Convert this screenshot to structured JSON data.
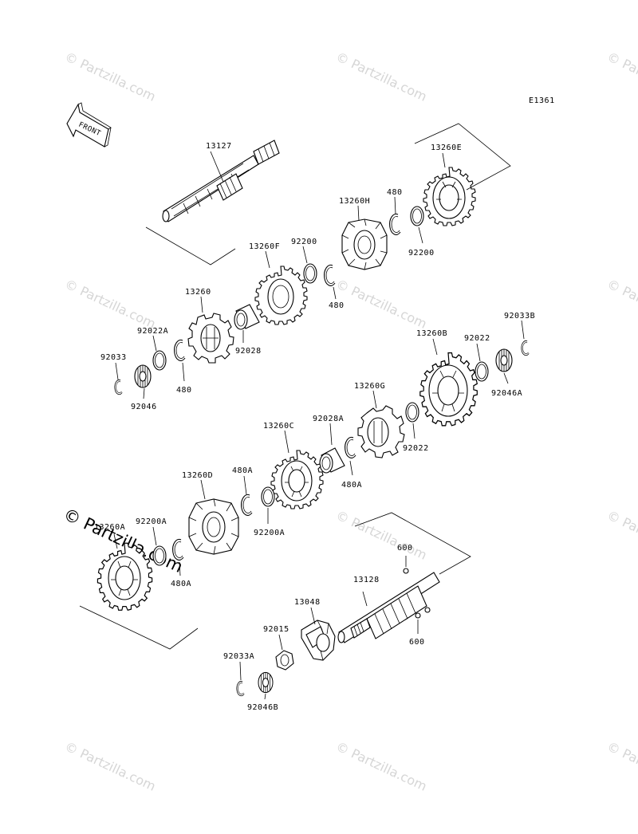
{
  "diagram": {
    "code": "E1361",
    "front_label": "FRONT",
    "watermark": "© Partzilla.com",
    "watermark_prominent": "© Partzilla.com"
  },
  "parts": {
    "p13127": "13127",
    "p13260E": "13260E",
    "p480_top": "480",
    "p13260H": "13260H",
    "p92200_a": "92200",
    "p92200_b": "92200",
    "p13260F": "13260F",
    "p480_mid": "480",
    "p13260": "13260",
    "p92028": "92028",
    "p92022A": "92022A",
    "p92033": "92033",
    "p480_low": "480",
    "p92046": "92046",
    "p92033B": "92033B",
    "p13260B": "13260B",
    "p92022_a": "92022",
    "p92046A": "92046A",
    "p13260G": "13260G",
    "p92022_b": "92022",
    "p92028A": "92028A",
    "p13260C": "13260C",
    "p480A_a": "480A",
    "p480A_b": "480A",
    "p13260D": "13260D",
    "p92200A_a": "92200A",
    "p92200A_b": "92200A",
    "p13260A": "13260A",
    "p480A_c": "480A",
    "p600_a": "600",
    "p13128": "13128",
    "p600_b": "600",
    "p13048": "13048",
    "p92015": "92015",
    "p92033A": "92033A",
    "p92046B": "92046B"
  }
}
